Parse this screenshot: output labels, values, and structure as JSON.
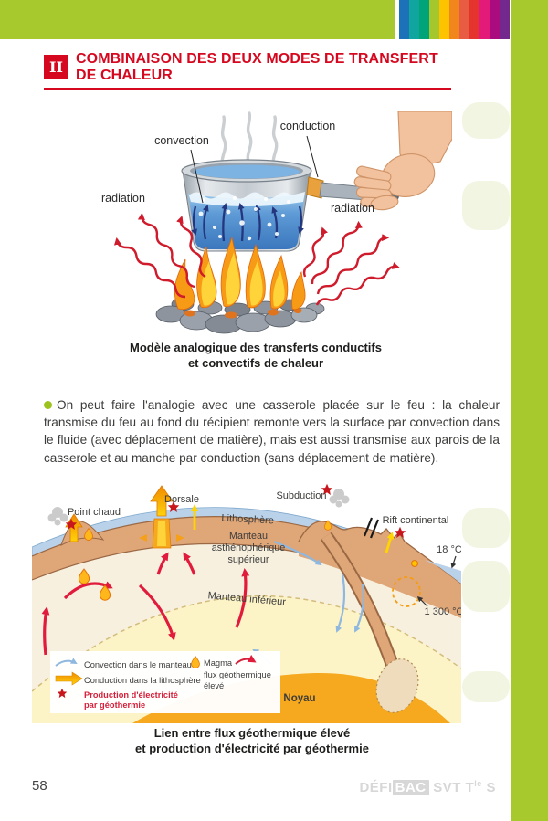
{
  "colors": {
    "accent_green": "#a8c92d",
    "accent_red": "#d6081f",
    "ocean_blue": "#b9d2ea",
    "crust_tan": "#dfa678",
    "mantle_cream": "#f8f0df",
    "lower_mantle_yellow": "#fcf3c6",
    "core_orange": "#f6a81e",
    "convection_arrow_red": "#e11b3c",
    "legend_arrow_blue": "#8fb8e0"
  },
  "deco": {
    "stripe_colors": [
      "#1d71b8",
      "#11a5a0",
      "#00a478",
      "#a5c72e",
      "#fdc300",
      "#f1871c",
      "#e95c44",
      "#e5332e",
      "#e41a78",
      "#aa0c7f",
      "#73288e"
    ]
  },
  "header": {
    "numeral": "II",
    "title_line1": "COMBINAISON DES DEUX MODES DE TRANSFERT",
    "title_line2": "DE CHALEUR"
  },
  "figure1": {
    "label_convection": "convection",
    "label_conduction": "conduction",
    "label_radiation_left": "radiation",
    "label_radiation_right": "radiation",
    "caption_line1": "Modèle analogique des transferts conductifs",
    "caption_line2": "et convectifs de chaleur"
  },
  "paragraph": {
    "text": "On peut faire l'analogie avec une casserole placée sur le feu : la chaleur transmise du feu au fond du récipient remonte vers la surface par convection dans le fluide (avec déplacement de matière), mais est aussi transmise aux parois de la casserole et au manche par conduction (sans déplacement de matière)."
  },
  "figure2": {
    "labels": {
      "point_chaud": "Point chaud",
      "dorsale": "Dorsale",
      "subduction": "Subduction",
      "rift": "Rift continental",
      "lithosphere": "Lithosphère",
      "asthenosphere_l1": "Manteau",
      "asthenosphere_l2": "asthénophérique",
      "asthenosphere_l3": "supérieur",
      "lower_mantle": "Manteau inférieur",
      "core": "Noyau",
      "temp_surface": "18 °C",
      "temp_lithosphere_base": "1 300 °C"
    },
    "legend": {
      "convection": "Convection dans le manteau",
      "conduction": "Conduction dans la lithosphère",
      "production_l1": "Production d'électricité",
      "production_l2": "par géothermie",
      "magma": "Magma",
      "flux_l1": "flux géothermique",
      "flux_l2": "élevé"
    },
    "caption_line1": "Lien entre flux géothermique élevé",
    "caption_line2": "et production d'électricité par géothermie"
  },
  "footer": {
    "page_number": "58",
    "brand_defi": "DÉFI",
    "brand_bac": "BAC",
    "brand_svt": "SVT T",
    "brand_sup": "le",
    "brand_s": " S"
  }
}
